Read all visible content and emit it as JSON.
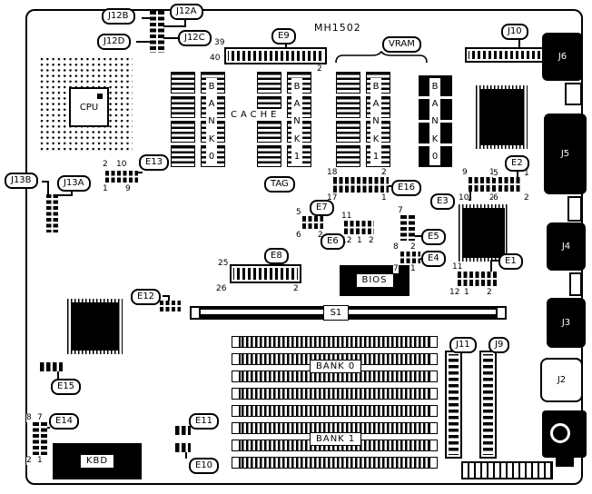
{
  "board": {
    "model": "MH1502"
  },
  "callouts": {
    "j12a": "J12A",
    "j12b": "J12B",
    "j12c": "J12C",
    "j12d": "J12D",
    "e9": "E9",
    "j10": "J10",
    "vram": "VRAM",
    "tag": "TAG",
    "e13": "E13",
    "j13a": "J13A",
    "j13b": "J13B",
    "e16": "E16",
    "e3": "E3",
    "e2": "E2",
    "e7": "E7",
    "e6": "E6",
    "e5": "E5",
    "e4": "E4",
    "e1": "E1",
    "e8": "E8",
    "e12": "E12",
    "e15": "E15",
    "e14": "E14",
    "e11": "E11",
    "e10": "E10",
    "j11": "J11",
    "j9": "J9"
  },
  "chips": {
    "cpu": "CPU",
    "cache": "CACHE",
    "bios": "BIOS",
    "kbd": "KBD",
    "s1": "S1"
  },
  "memory": {
    "dip_bank0": "BANK0",
    "dip_bank1": "BANK1",
    "vram_bank1": "BANK1",
    "vram_bank0": "BANK0",
    "simm_bank0": "BANK 0",
    "simm_bank1": "BANK 1"
  },
  "rear_ports": {
    "j6": "J6",
    "j5": "J5",
    "j4": "J4",
    "j3": "J3",
    "j2": "J2"
  },
  "pins": {
    "e9": [
      "39",
      "40",
      "2"
    ],
    "e13": [
      "2",
      "10",
      "1",
      "9"
    ],
    "e16": [
      "18",
      "2",
      "17",
      "1"
    ],
    "e3": [
      "9",
      "1",
      "10",
      "2"
    ],
    "e2": [
      "5",
      "1",
      "6",
      "2"
    ],
    "e7": [
      "5",
      "6",
      "2"
    ],
    "e6": [
      "11",
      "12",
      "1",
      "2"
    ],
    "e5": [
      "7"
    ],
    "e4": [
      "8",
      "2",
      "7",
      "1"
    ],
    "e1": [
      "11",
      "12",
      "1",
      "2"
    ],
    "e8": [
      "25",
      "26",
      "2"
    ],
    "e14": [
      "8",
      "7",
      "2",
      "1"
    ]
  }
}
